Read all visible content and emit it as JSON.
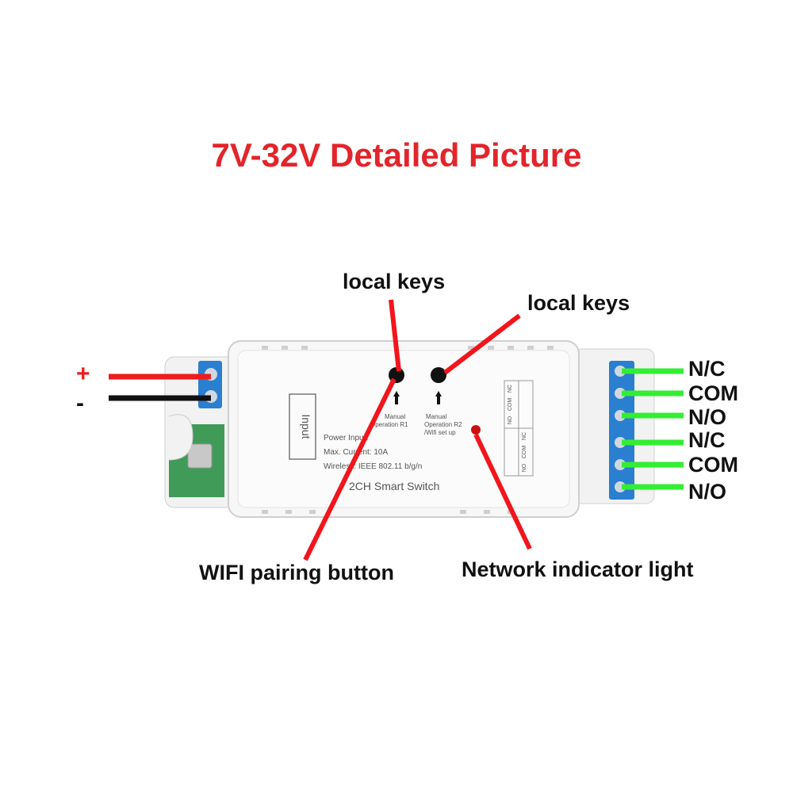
{
  "title": {
    "text": "7V-32V Detailed Picture",
    "color": "#e3242b"
  },
  "callouts": {
    "local_keys_1": "local keys",
    "local_keys_2": "local keys",
    "wifi_button": "WIFI pairing button",
    "network_light": "Network indicator light"
  },
  "power": {
    "plus": "+",
    "minus": "-"
  },
  "terminals": [
    "N/C",
    "COM",
    "N/O",
    "N/C",
    "COM",
    "N/O"
  ],
  "device": {
    "input_label": "Input",
    "key1": "Manual\nOperation R1",
    "key2": "Manual\nOperation R2\n/Wifi set up",
    "spec_power": "Power Input:",
    "spec_current": "Max. Current:  10A",
    "spec_wireless": "Wireless: IEEE 802.11 b/g/n",
    "model": "2CH Smart Switch",
    "port_labels": [
      "NC",
      "COM",
      "NO",
      "NC",
      "COM",
      "NO"
    ]
  },
  "colors": {
    "pointer": "#f2151c",
    "terminal_wire": "#33ee33",
    "red_wire": "#ee1c1c",
    "black_wire": "#111111",
    "title": "#e3242b"
  }
}
